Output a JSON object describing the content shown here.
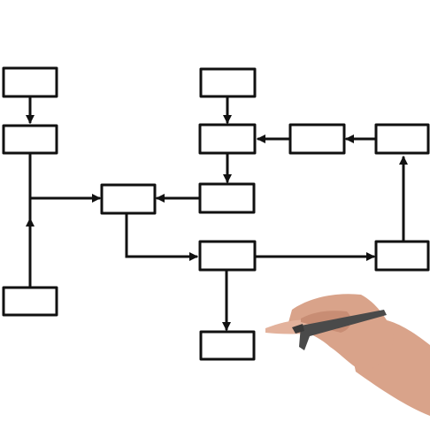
{
  "diagram": {
    "kind": "flowchart",
    "style": "hand-drawn",
    "colors": {
      "background": "#ffffff",
      "ink": "#111111",
      "box_fill": "#ffffff",
      "skin": "#d9a38a",
      "skin_shadow": "#c88d74",
      "pen": "#4a4a4a"
    },
    "boxes": [
      {
        "id": "b1",
        "label": ""
      },
      {
        "id": "b2",
        "label": ""
      },
      {
        "id": "b3",
        "label": ""
      },
      {
        "id": "b4",
        "label": ""
      },
      {
        "id": "b5",
        "label": ""
      },
      {
        "id": "b6",
        "label": ""
      },
      {
        "id": "b7",
        "label": ""
      },
      {
        "id": "b8",
        "label": ""
      },
      {
        "id": "b9",
        "label": ""
      },
      {
        "id": "b10",
        "label": ""
      },
      {
        "id": "b11",
        "label": ""
      },
      {
        "id": "b12",
        "label": ""
      }
    ],
    "connections": [
      {
        "from": "b1",
        "to": "b2"
      },
      {
        "from": "b2",
        "to": "b6"
      },
      {
        "from": "b11",
        "to": "b6"
      },
      {
        "from": "b3",
        "to": "b4"
      },
      {
        "from": "b5",
        "to": "b4"
      },
      {
        "from": "b9",
        "to": "b5"
      },
      {
        "from": "b4",
        "to": "b7"
      },
      {
        "from": "b7",
        "to": "b6"
      },
      {
        "from": "b6",
        "to": "b8"
      },
      {
        "from": "b8",
        "to": "b10"
      },
      {
        "from": "b8",
        "to": "b12"
      },
      {
        "from": "b10",
        "to": "b9"
      }
    ],
    "hand": {
      "holding": "pen"
    }
  }
}
